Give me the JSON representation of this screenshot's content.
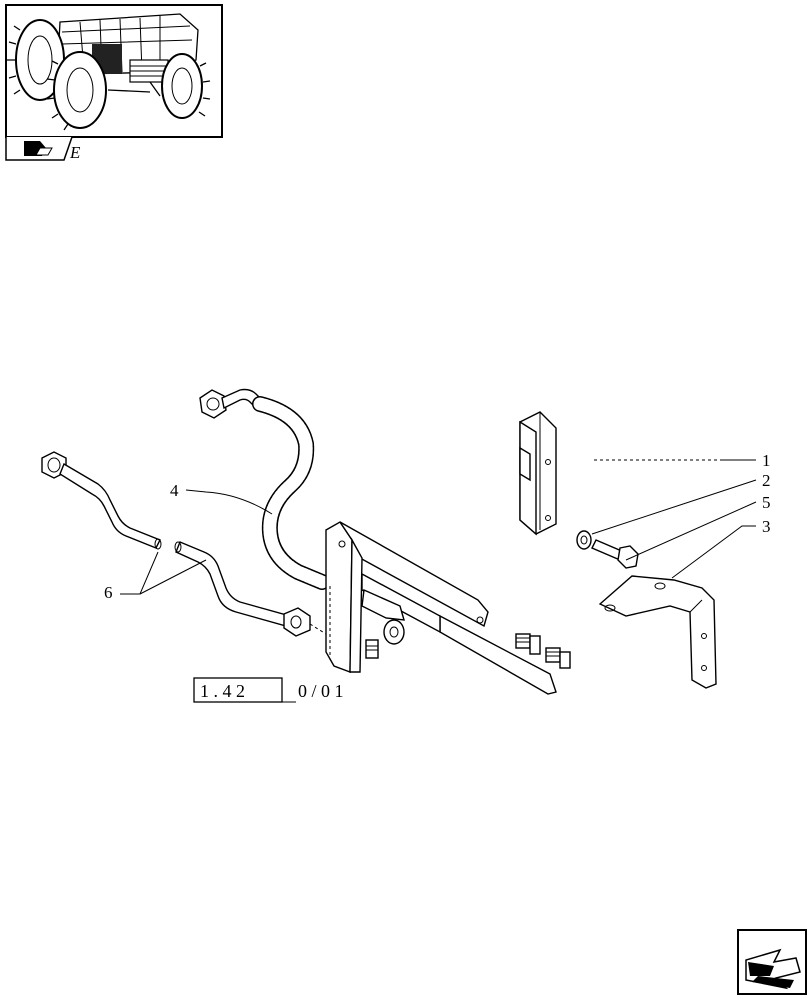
{
  "thumbnail": {
    "icon": "tractor-front-view-icon",
    "section_letter": "E"
  },
  "callouts": [
    "1",
    "2",
    "5",
    "3",
    "4",
    "6"
  ],
  "reference": {
    "box": "1 . 4 2",
    "rest": "0 / 0 1"
  },
  "nav": {
    "icon": "next-page-arrow-icon"
  }
}
